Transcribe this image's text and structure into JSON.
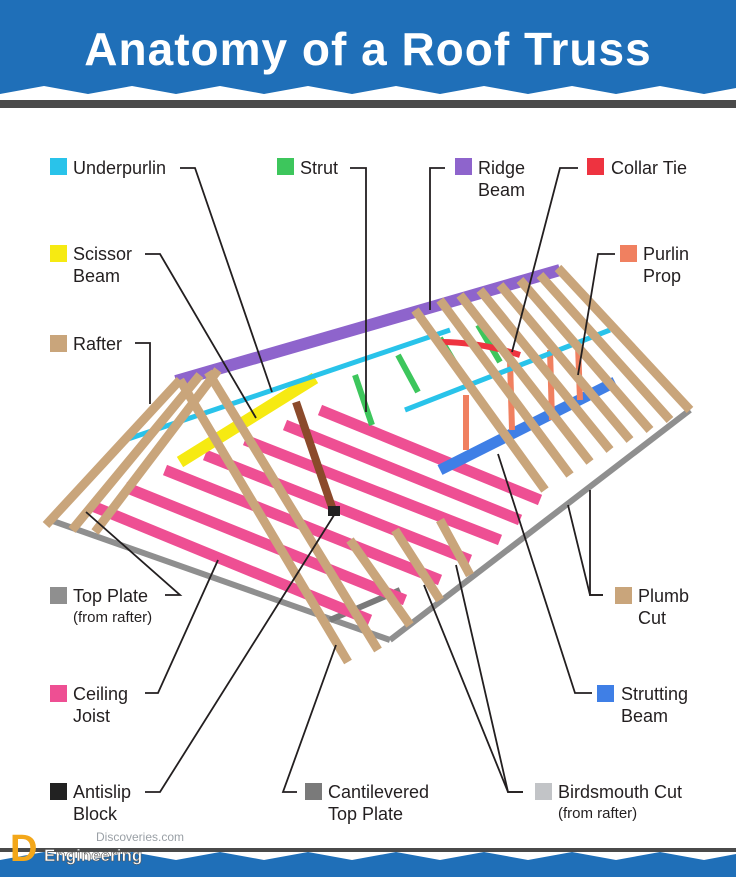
{
  "title": "Anatomy of a Roof Truss",
  "colors": {
    "header_bg": "#1f6fb8",
    "underpurlin": "#29c3ea",
    "strut": "#3dc65c",
    "ridge_beam": "#8e64cc",
    "collar_tie": "#ee3340",
    "scissor_beam": "#f6ea12",
    "purlin_prop": "#f08060",
    "rafter": "#c9a57b",
    "top_plate": "#8f8f8f",
    "ceiling_joist": "#ee4f93",
    "antislip_block": "#222222",
    "cantilevered_top_plate": "#7a7a7a",
    "plumb_cut": "#c9a57b",
    "strutting_beam": "#3f7fe6",
    "birdsmouth_cut": "#c2c4c7"
  },
  "labels": {
    "underpurlin": {
      "line1": "Underpurlin"
    },
    "strut": {
      "line1": "Strut"
    },
    "ridge_beam": {
      "line1": "Ridge",
      "line2": "Beam"
    },
    "collar_tie": {
      "line1": "Collar Tie"
    },
    "scissor_beam": {
      "line1": "Scissor",
      "line2": "Beam"
    },
    "purlin_prop": {
      "line1": "Purlin",
      "line2": "Prop"
    },
    "rafter": {
      "line1": "Rafter"
    },
    "top_plate": {
      "line1": "Top Plate",
      "line2": "(from rafter)"
    },
    "plumb_cut": {
      "line1": "Plumb",
      "line2": "Cut"
    },
    "ceiling_joist": {
      "line1": "Ceiling",
      "line2": "Joist"
    },
    "strutting_beam": {
      "line1": "Strutting",
      "line2": "Beam"
    },
    "antislip_block": {
      "line1": "Antislip",
      "line2": "Block"
    },
    "cantilevered_top_plate": {
      "line1": "Cantilevered",
      "line2": "Top Plate"
    },
    "birdsmouth_cut": {
      "line1": "Birdsmouth Cut",
      "line2": "(from rafter)"
    }
  },
  "branding": {
    "mark": "D",
    "line1": "Discoveries.com",
    "line2": "Engineering"
  }
}
